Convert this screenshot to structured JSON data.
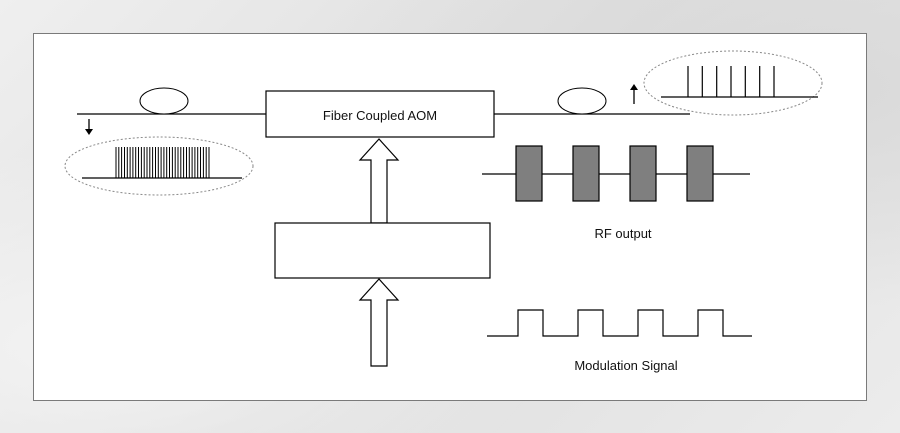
{
  "labels": {
    "aom": "Fiber Coupled AOM",
    "rf": "RF output",
    "modulation": "Modulation Signal"
  },
  "colors": {
    "line": "#000000",
    "rf_block_fill": "#7f7f7f",
    "ellipse_border": "#808080",
    "panel_background": "#ffffff"
  },
  "diagram": {
    "input_pulse_count": 34,
    "output_pulse_count": 7,
    "rf_burst_count": 4,
    "modulation_pulse_count": 4
  }
}
